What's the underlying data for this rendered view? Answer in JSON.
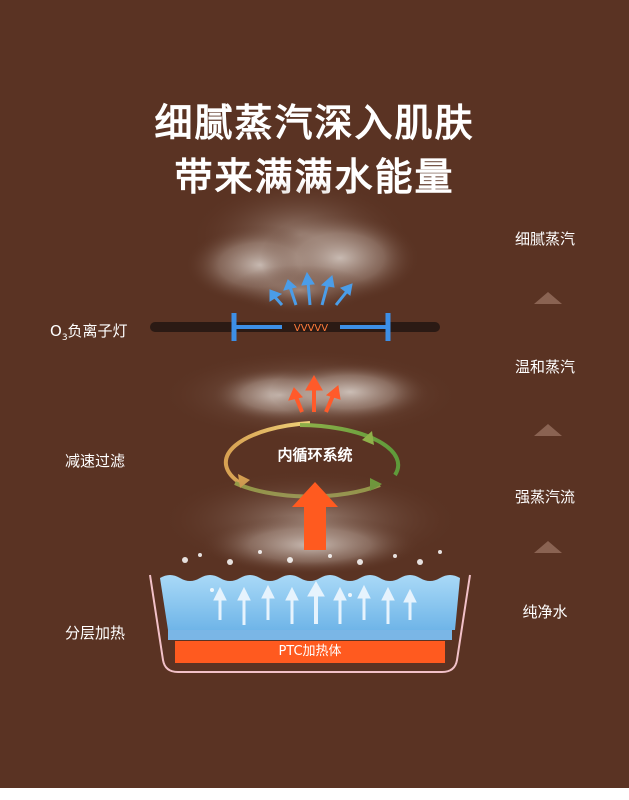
{
  "title": {
    "line1": "细腻蒸汽深入肌肤",
    "line2": "带来满满水能量"
  },
  "left_labels": {
    "ozone": "O",
    "ozone_sub": "3",
    "ozone_rest": "负离子灯",
    "filter": "减速过滤",
    "layer": "分层加热"
  },
  "right_labels": {
    "fine": "细腻蒸汽",
    "mild": "温和蒸汽",
    "strong": "强蒸汽流",
    "pure": "纯净水"
  },
  "circulation": {
    "label": "内循环系统"
  },
  "heater": {
    "label": "PTC加热体"
  },
  "lamp": {
    "coil": "VVVVV"
  },
  "colors": {
    "background": "#5a3323",
    "water": "#8ec9ef",
    "heater": "#ff5a1f",
    "lamp": "#3d8fe6",
    "steam_arrow": "#4b9de8",
    "hot_arrow": "#ff5a2a",
    "pan_outline": "#f2c1c8"
  }
}
